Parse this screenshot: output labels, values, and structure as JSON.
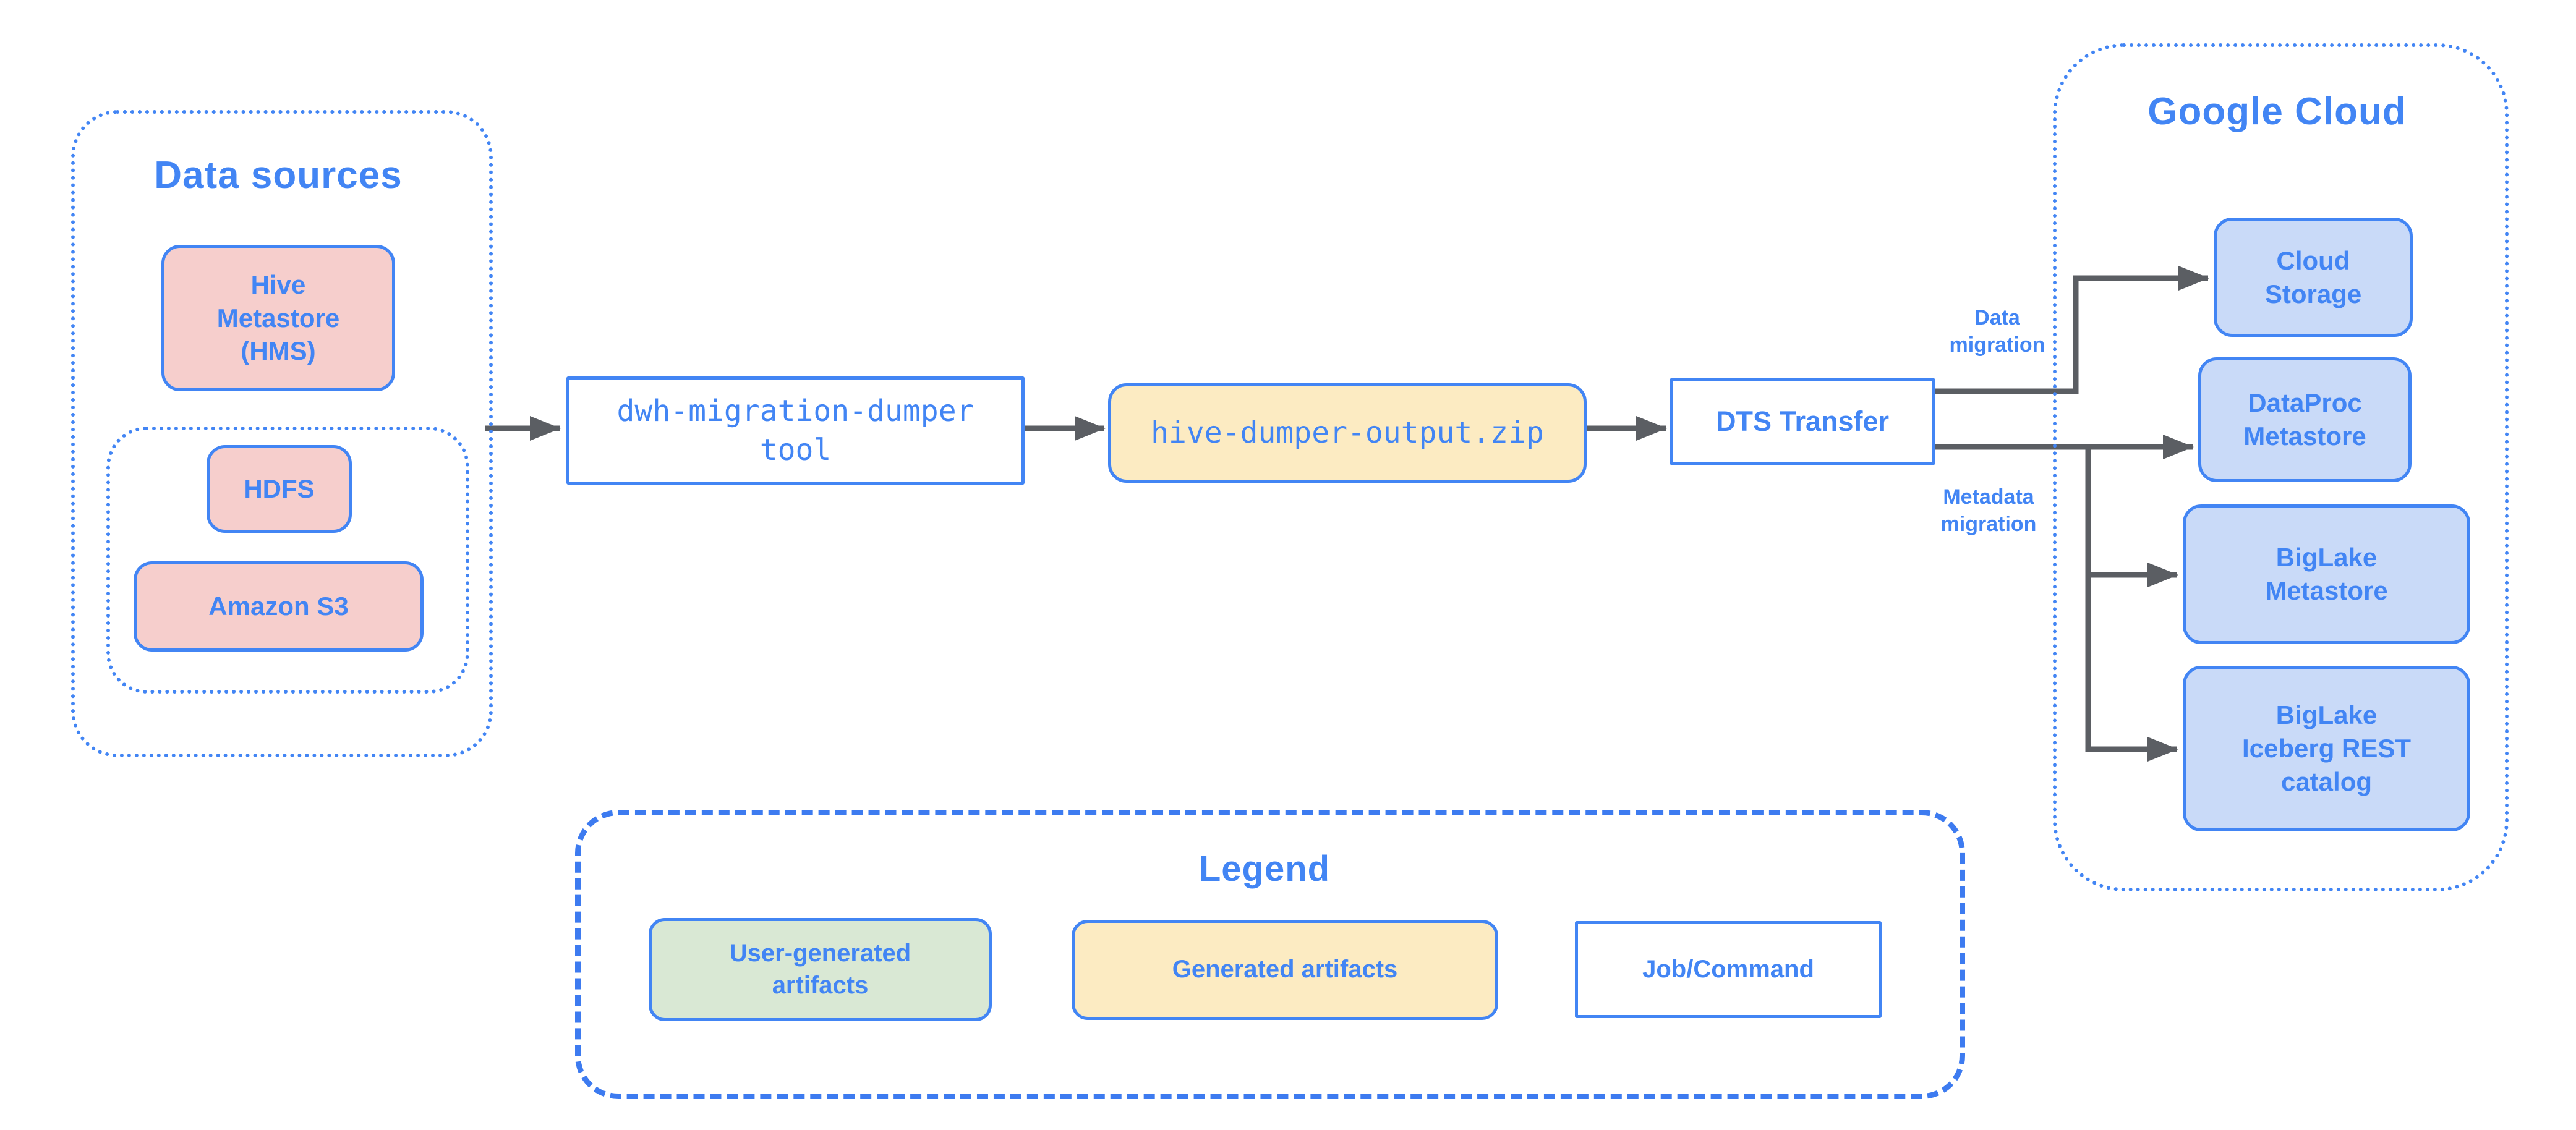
{
  "colors": {
    "border_blue": "#4285F4",
    "text_blue": "#4285F4",
    "pink_fill": "#F6CECC",
    "yellow_fill": "#FCEBC2",
    "green_fill": "#D9E8D4",
    "blue_fill": "#C9DAF8",
    "white_fill": "#FFFFFF",
    "arrow_gray": "#5B5E63"
  },
  "data_sources": {
    "title": "Data sources",
    "hive_metastore": "Hive\nMetastore\n(HMS)",
    "hdfs": "HDFS",
    "amazon_s3": "Amazon S3"
  },
  "pipeline": {
    "dumper_tool": "dwh-migration-dumper\ntool",
    "dumper_output": "hive-dumper-output.zip",
    "dts_transfer": "DTS Transfer"
  },
  "flow_labels": {
    "data_migration": "Data\nmigration",
    "metadata_migration": "Metadata\nmigration"
  },
  "google_cloud": {
    "title": "Google Cloud",
    "targets": [
      "Cloud\nStorage",
      "DataProc\nMetastore",
      "BigLake\nMetastore",
      "BigLake\nIceberg REST\ncatalog"
    ]
  },
  "legend": {
    "title": "Legend",
    "items": [
      {
        "label": "User-generated\nartifacts",
        "type": "user-generated-artifacts"
      },
      {
        "label": "Generated artifacts",
        "type": "generated-artifacts"
      },
      {
        "label": "Job/Command",
        "type": "job-command"
      }
    ]
  }
}
